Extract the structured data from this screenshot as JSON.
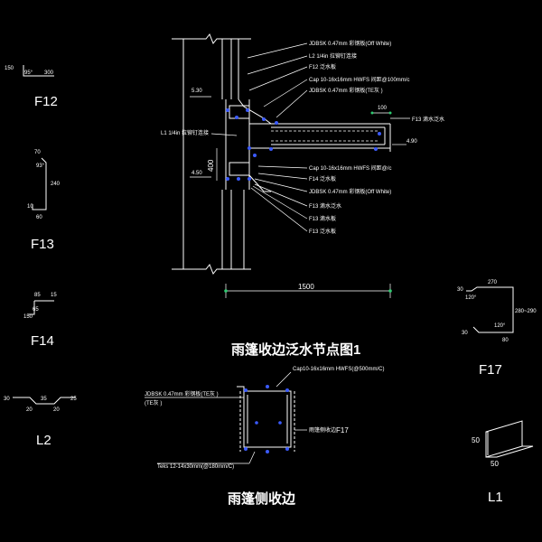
{
  "profiles": {
    "f12": {
      "label": "F12",
      "dim_left": "150",
      "dim_angle": "95°",
      "dim_top": "300"
    },
    "f13": {
      "label": "F13",
      "dim_top": "70",
      "dim_angle": "93°",
      "dim_side": "240",
      "dim_lip": "10",
      "dim_bottom": "60"
    },
    "f14": {
      "label": "F14",
      "dim_a": "85",
      "dim_b": "15",
      "dim_c": "65",
      "dim_d": "150"
    },
    "l2": {
      "label": "L2",
      "dim_left": "30",
      "dim_mid": "35",
      "dim_right": "25",
      "dim_bl": "20",
      "dim_br": "20"
    },
    "f17": {
      "label": "F17",
      "dim_top": "270",
      "dim_left": "30",
      "dim_angle_top": "120°",
      "dim_side": "280~290",
      "dim_angle_bot": "120°",
      "dim_bl": "30",
      "dim_bottom": "80"
    },
    "l1": {
      "label": "L1",
      "dim_h": "50",
      "dim_w": "50"
    }
  },
  "detail1": {
    "title": "雨篷收边泛水节点图1",
    "dim_span": "1500",
    "dim_100": "100",
    "dim_400": "400",
    "level_530": "5.30",
    "level_490": "4.90",
    "level_450": "4.50",
    "left_note": "L1 1/4in 拉铆钉连接",
    "callouts": [
      "JDBSK 0.47mm 彩钢板(Off White)",
      "L2 1/4in 拉铆钉连接",
      "F12 泛水板",
      "Cap 10-16x16mm HWFS 间距@100mm/c",
      "JDBSK 0.47mm 彩钢板(TE灰 )",
      "Cap 10-16x16mm HWFS 间距@/c",
      "F14 泛水板",
      "JDBSK 0.47mm 彩钢板(Off White)",
      "F13 滴水泛水",
      "F13 滴水板",
      "F13 泛水板"
    ],
    "right_note": "F13 滴水泛水"
  },
  "detail2": {
    "title": "雨篷侧收边",
    "top_note": "JDBSK 0.47mm 彩钢板(TE灰 )",
    "top_note2": "(TE灰 )",
    "screw_note": "Cap10-16x16mm HWFS(@500mm/C)",
    "side_note": "雨篷侧收边",
    "side_label": "F17",
    "bottom_note": "Teks 12-14x30mm(@180mm/C)"
  }
}
